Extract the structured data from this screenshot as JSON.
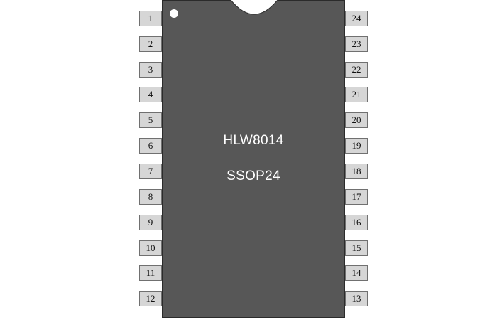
{
  "chip": {
    "part_number": "HLW8014",
    "package": "SSOP24"
  },
  "pins": {
    "left": [
      "1",
      "2",
      "3",
      "4",
      "5",
      "6",
      "7",
      "8",
      "9",
      "10",
      "11",
      "12"
    ],
    "right": [
      "24",
      "23",
      "22",
      "21",
      "20",
      "19",
      "18",
      "17",
      "16",
      "15",
      "14",
      "13"
    ]
  },
  "colors": {
    "package_body": "#575757",
    "pin_fill": "#d6d6d6",
    "label_text": "#ffffff"
  },
  "icons": {
    "pin1_marker": "pin1-dot-icon",
    "orientation_notch": "notch-icon"
  }
}
